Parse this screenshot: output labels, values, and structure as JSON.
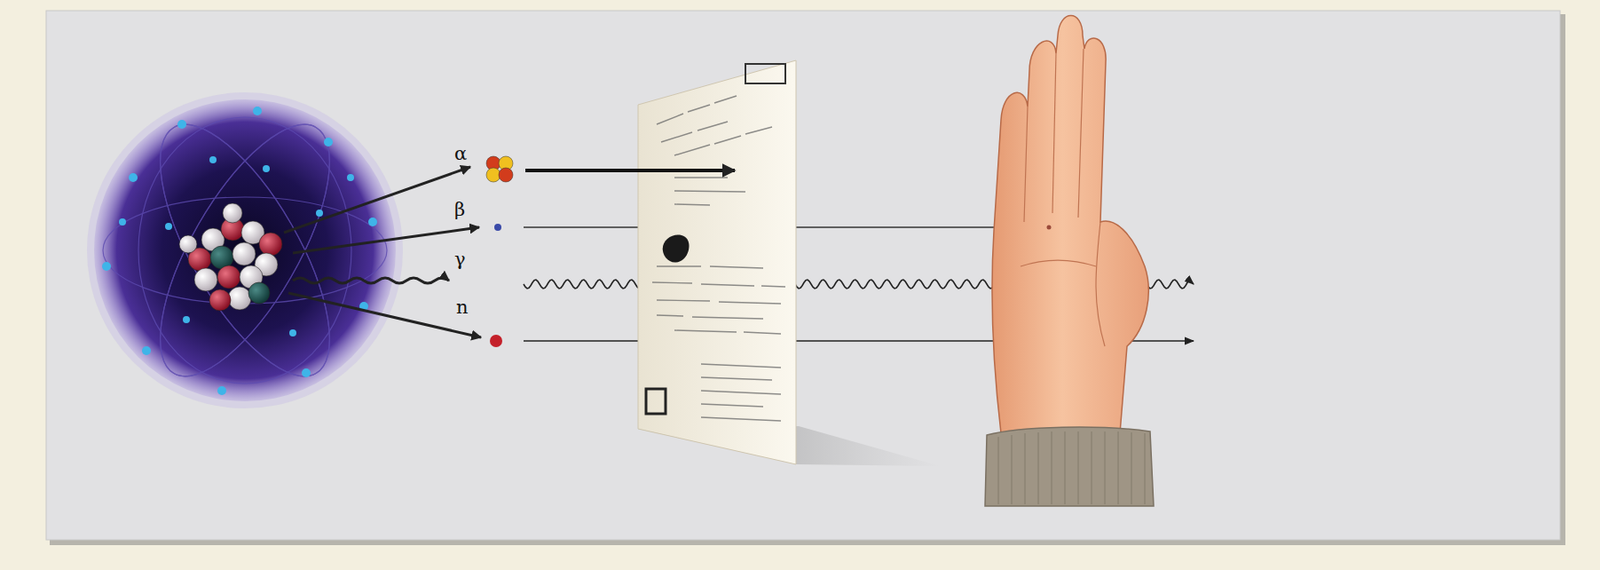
{
  "diagram": {
    "labels": [
      "α",
      "β",
      "γ",
      "n"
    ]
  }
}
